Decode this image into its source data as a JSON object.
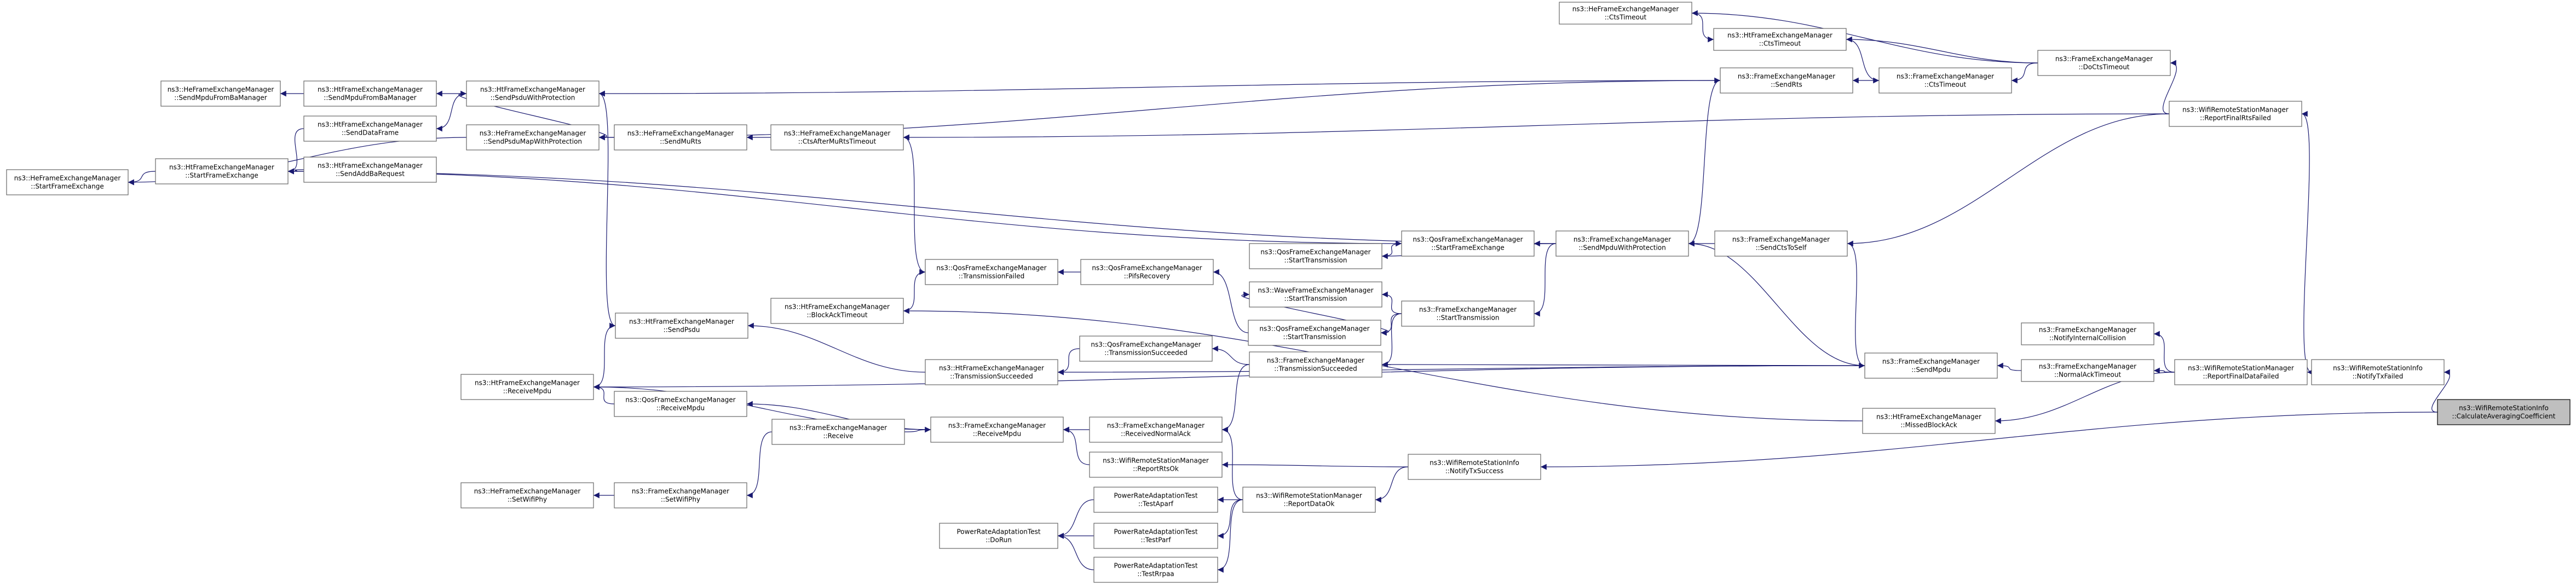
{
  "graph": {
    "nodes": [
      {
        "id": "n01",
        "lines": [
          "ns3::HeFrameExchangeManager",
          "::SendMpduFromBaManager"
        ]
      },
      {
        "id": "n02",
        "lines": [
          "ns3::HtFrameExchangeManager",
          "::SendMpduFromBaManager"
        ]
      },
      {
        "id": "n03",
        "lines": [
          "ns3::HtFrameExchangeManager",
          "::SendPsduWithProtection"
        ]
      },
      {
        "id": "n04",
        "lines": [
          "ns3::HtFrameExchangeManager",
          "::SendDataFrame"
        ]
      },
      {
        "id": "n05",
        "lines": [
          "ns3::HeFrameExchangeManager",
          "::SendPsduMapWithProtection"
        ]
      },
      {
        "id": "n06",
        "lines": [
          "ns3::HeFrameExchangeManager",
          "::SendMuRts"
        ]
      },
      {
        "id": "n07",
        "lines": [
          "ns3::HeFrameExchangeManager",
          "::CtsAfterMuRtsTimeout"
        ]
      },
      {
        "id": "n08",
        "lines": [
          "ns3::HtFrameExchangeManager",
          "::StartFrameExchange"
        ]
      },
      {
        "id": "n09",
        "lines": [
          "ns3::HtFrameExchangeManager",
          "::SendAddBaRequest"
        ]
      },
      {
        "id": "n10",
        "lines": [
          "ns3::HeFrameExchangeManager",
          "::StartFrameExchange"
        ]
      },
      {
        "id": "n11",
        "lines": [
          "ns3::HeFrameExchangeManager",
          "::CtsTimeout"
        ]
      },
      {
        "id": "n12",
        "lines": [
          "ns3::HtFrameExchangeManager",
          "::CtsTimeout"
        ]
      },
      {
        "id": "n13",
        "lines": [
          "ns3::FrameExchangeManager",
          "::SendRts"
        ]
      },
      {
        "id": "n14",
        "lines": [
          "ns3::FrameExchangeManager",
          "::CtsTimeout"
        ]
      },
      {
        "id": "n15",
        "lines": [
          "ns3::FrameExchangeManager",
          "::DoCtsTimeout"
        ]
      },
      {
        "id": "n16",
        "lines": [
          "ns3::WifiRemoteStationManager",
          "::ReportFinalRtsFailed"
        ]
      },
      {
        "id": "n17",
        "lines": [
          "ns3::QosFrameExchangeManager",
          "::StartFrameExchange"
        ]
      },
      {
        "id": "n18",
        "lines": [
          "ns3::QosFrameExchangeManager",
          "::StartTransmission"
        ]
      },
      {
        "id": "n19",
        "lines": [
          "ns3::FrameExchangeManager",
          "::SendMpduWithProtection"
        ]
      },
      {
        "id": "n20",
        "lines": [
          "ns3::FrameExchangeManager",
          "::SendCtsToSelf"
        ]
      },
      {
        "id": "n21",
        "lines": [
          "ns3::QosFrameExchangeManager",
          "::TransmissionFailed"
        ]
      },
      {
        "id": "n22",
        "lines": [
          "ns3::QosFrameExchangeManager",
          "::PifsRecovery"
        ]
      },
      {
        "id": "n23",
        "lines": [
          "ns3::WaveFrameExchangeManager",
          "::StartTransmission"
        ]
      },
      {
        "id": "n24",
        "lines": [
          "ns3::QosFrameExchangeManager",
          "::StartTransmission"
        ]
      },
      {
        "id": "n25",
        "lines": [
          "ns3::FrameExchangeManager",
          "::StartTransmission"
        ]
      },
      {
        "id": "n26",
        "lines": [
          "ns3::HtFrameExchangeManager",
          "::SendPsdu"
        ]
      },
      {
        "id": "n27",
        "lines": [
          "ns3::HtFrameExchangeManager",
          "::BlockAckTimeout"
        ]
      },
      {
        "id": "n28",
        "lines": [
          "ns3::QosFrameExchangeManager",
          "::TransmissionSucceeded"
        ]
      },
      {
        "id": "n29",
        "lines": [
          "ns3::FrameExchangeManager",
          "::TransmissionSucceeded"
        ]
      },
      {
        "id": "n30",
        "lines": [
          "ns3::HtFrameExchangeManager",
          "::TransmissionSucceeded"
        ]
      },
      {
        "id": "n31",
        "lines": [
          "ns3::FrameExchangeManager",
          "::SendMpdu"
        ]
      },
      {
        "id": "n32",
        "lines": [
          "ns3::HtFrameExchangeManager",
          "::ReceiveMpdu"
        ]
      },
      {
        "id": "n33",
        "lines": [
          "ns3::QosFrameExchangeManager",
          "::ReceiveMpdu"
        ]
      },
      {
        "id": "n34",
        "lines": [
          "ns3::FrameExchangeManager",
          "::NotifyInternalCollision"
        ]
      },
      {
        "id": "n35",
        "lines": [
          "ns3::FrameExchangeManager",
          "::NormalAckTimeout"
        ]
      },
      {
        "id": "n36",
        "lines": [
          "ns3::WifiRemoteStationManager",
          "::ReportFinalDataFailed"
        ]
      },
      {
        "id": "n37",
        "lines": [
          "ns3::WifiRemoteStationInfo",
          "::NotifyTxFailed"
        ]
      },
      {
        "id": "n38",
        "lines": [
          "ns3::WifiRemoteStationInfo",
          "::CalculateAveragingCoefficient"
        ]
      },
      {
        "id": "n39",
        "lines": [
          "ns3::HtFrameExchangeManager",
          "::MissedBlockAck"
        ]
      },
      {
        "id": "n40",
        "lines": [
          "ns3::FrameExchangeManager",
          "::Receive"
        ]
      },
      {
        "id": "n41",
        "lines": [
          "ns3::FrameExchangeManager",
          "::ReceiveMpdu"
        ]
      },
      {
        "id": "n42",
        "lines": [
          "ns3::FrameExchangeManager",
          "::ReceivedNormalAck"
        ]
      },
      {
        "id": "n43",
        "lines": [
          "ns3::WifiRemoteStationManager",
          "::ReportRtsOk"
        ]
      },
      {
        "id": "n44",
        "lines": [
          "ns3::WifiRemoteStationInfo",
          "::NotifyTxSuccess"
        ]
      },
      {
        "id": "n45",
        "lines": [
          "ns3::HeFrameExchangeManager",
          "::SetWifiPhy"
        ]
      },
      {
        "id": "n46",
        "lines": [
          "ns3::FrameExchangeManager",
          "::SetWifiPhy"
        ]
      },
      {
        "id": "n47",
        "lines": [
          "PowerRateAdaptationTest",
          "::TestAparf"
        ]
      },
      {
        "id": "n48",
        "lines": [
          "ns3::WifiRemoteStationManager",
          "::ReportDataOk"
        ]
      },
      {
        "id": "n49",
        "lines": [
          "PowerRateAdaptationTest",
          "::DoRun"
        ]
      },
      {
        "id": "n50",
        "lines": [
          "PowerRateAdaptationTest",
          "::TestParf"
        ]
      },
      {
        "id": "n51",
        "lines": [
          "PowerRateAdaptationTest",
          "::TestRrpaa"
        ]
      }
    ]
  }
}
